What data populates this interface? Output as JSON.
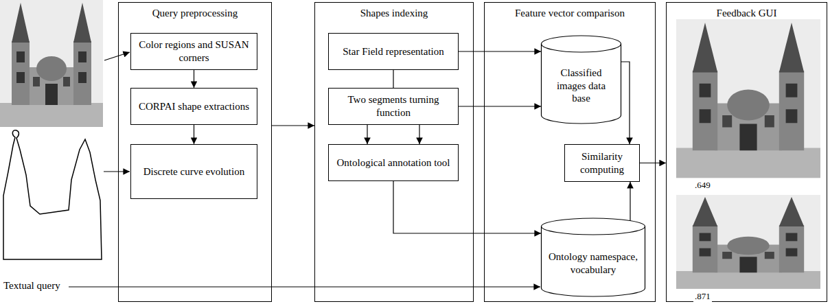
{
  "diagram": {
    "nodes": [
      {
        "text": [
          "Query preprocessing"
        ]
      },
      {
        "text": [
          "Color regions and SUSAN corners"
        ],
        "in": 0
      },
      {
        "text": [
          "CORPAI shape extractions"
        ],
        "in": 0
      },
      {
        "text": [
          "Discrete curve evolution"
        ],
        "in": 0
      },
      {
        "text": [
          "Shapes indexing"
        ]
      },
      {
        "text": [
          "Star Field representation"
        ],
        "in": 4
      },
      {
        "text": [
          "Two segments turning function"
        ],
        "in": 4
      },
      {
        "text": [
          "Ontological annotation tool"
        ],
        "in": 4
      },
      {
        "text": [
          "Feature vector comparison"
        ]
      },
      {
        "text": [
          "Classified images data base"
        ],
        "in": 8
      },
      {
        "text": [
          "Similarity computing"
        ],
        "in": 8
      },
      {
        "text": [
          "Ontology namespace, vocabulary"
        ],
        "in": 8
      },
      {
        "text": [
          "Feedback GUI"
        ]
      }
    ],
    "edges": [
      {
        "from": 1,
        "to": 2,
        "arrow": "to"
      },
      {
        "from": 2,
        "to": 3,
        "arrow": "to"
      },
      {
        "from": 0,
        "to": 4,
        "arrow": "to"
      },
      {
        "from": 5,
        "to": 9,
        "arrow": "to"
      },
      {
        "from": 5,
        "to": 6,
        "arrow": "none"
      },
      {
        "from": 6,
        "to": 9,
        "arrow": "to"
      },
      {
        "from": 6,
        "to": 7,
        "arrow": "to"
      },
      {
        "from": 6,
        "to": 7,
        "arrow": "to"
      },
      {
        "from": 7,
        "to": 11,
        "arrow": "to"
      },
      {
        "from": 9,
        "to": 10,
        "arrow": "to"
      },
      {
        "from": 11,
        "to": 10,
        "arrow": "to"
      },
      {
        "from": 10,
        "to": 12,
        "arrow": "to"
      }
    ],
    "labels": [
      "Textual query",
      ".649",
      ".871"
    ]
  }
}
